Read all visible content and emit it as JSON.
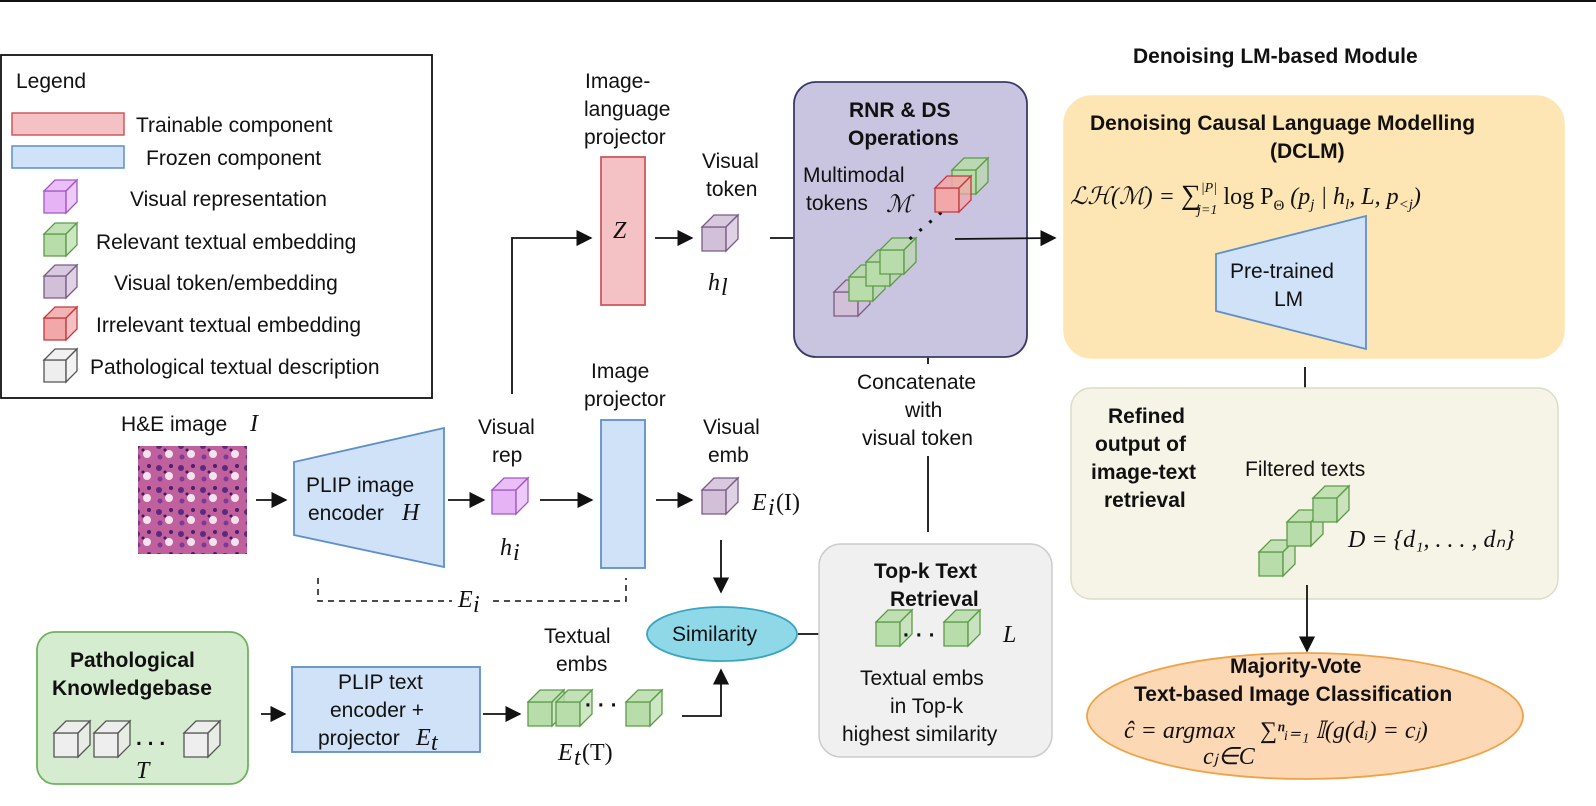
{
  "legend": {
    "title": "Legend",
    "items": [
      {
        "label": "Trainable component",
        "icon": "red-rectangle-icon",
        "color": "#f4c2c4"
      },
      {
        "label": "Frozen component",
        "icon": "blue-rectangle-icon",
        "color": "#cfe2f7"
      },
      {
        "label": "Visual representation",
        "icon": "violet-cube-icon",
        "color": "#e6b3f5"
      },
      {
        "label": "Relevant textual embedding",
        "icon": "green-cube-icon",
        "color": "#b8dcaa"
      },
      {
        "label": "Visual token/embedding",
        "icon": "purple-cube-icon",
        "color": "#d2bfd8"
      },
      {
        "label": "Irrelevant textual embedding",
        "icon": "red-cube-icon",
        "color": "#f2a7a9"
      },
      {
        "label": "Pathological textual description",
        "icon": "grey-cube-icon",
        "color": "#eeeeee"
      }
    ]
  },
  "image_input": {
    "label": "H&E image",
    "symbol": "I"
  },
  "plip_image_encoder": {
    "line1": "PLIP image",
    "line2": "encoder",
    "symbol": "H"
  },
  "visual_rep": {
    "line1": "Visual",
    "line2": "rep",
    "symbol": "h",
    "sub": "i"
  },
  "image_language_projector": {
    "line1": "Image-",
    "line2": "language",
    "line3": "projector",
    "symbol": "Z"
  },
  "visual_token": {
    "line1": "Visual",
    "line2": "token",
    "symbol": "h",
    "sub": "l"
  },
  "image_projector": {
    "line1": "Image",
    "line2": "projector"
  },
  "visual_emb": {
    "line1": "Visual",
    "line2": "emb",
    "symbol": "E",
    "sub": "i",
    "arg": "(I)"
  },
  "encoder_group": {
    "symbol": "E",
    "sub": "i"
  },
  "similarity": {
    "label": "Similarity"
  },
  "knowledgebase": {
    "line1": "Pathological",
    "line2": "Knowledgebase",
    "symbol": "T",
    "dots": ". . ."
  },
  "plip_text_encoder": {
    "line1": "PLIP text",
    "line2": "encoder +",
    "line3": "projector",
    "symbol": "E",
    "sub": "t"
  },
  "textual_embs": {
    "line1": "Textual",
    "line2": "embs",
    "symbol": "E",
    "sub": "t",
    "arg": "(T)"
  },
  "topk": {
    "title1": "Top-k Text",
    "title2": "Retrieval",
    "symbol": "L",
    "line1": "Textual embs",
    "line2": "in Top-k",
    "line3": "highest similarity"
  },
  "concat": {
    "line1": "Concatenate",
    "line2": "with",
    "line3": "visual token"
  },
  "rnr": {
    "title1": "RNR & DS",
    "title2": "Operations",
    "line1": "Multimodal",
    "line2": "tokens",
    "symbol": "ℳ"
  },
  "denoising_module": {
    "header": "Denoising LM-based Module"
  },
  "dclm": {
    "title1": "Denoising Causal Language Modelling",
    "title2": "(DCLM)",
    "formula_lhs": "ℒℋ(ℳ) = ",
    "formula_sum": "∑",
    "formula_sup": "|P|",
    "formula_sub": "j=1",
    "formula_rhs": " log P",
    "formula_theta": "Θ",
    "formula_args": " (p",
    "formula_j": "j",
    "formula_cond": " | h",
    "formula_l": "l",
    "formula_rest": ", L, p",
    "formula_ltj": "<j",
    "formula_close": ")",
    "lm_line1": "Pre-trained",
    "lm_line2": "LM"
  },
  "refined": {
    "line1": "Refined",
    "line2": "output of",
    "line3": "image-text",
    "line4": "retrieval",
    "filtered": "Filtered texts",
    "formula": "D = {d₁, . . . , dₙ}"
  },
  "majority": {
    "title1": "Majority-Vote",
    "title2": "Text-based Image Classification",
    "formula_lhs": "ĉ = argmax",
    "formula_under": "cⱼ∈C",
    "formula_rhs": " ∑ⁿᵢ₌₁ 𝕀(g(dᵢ) = cⱼ)"
  }
}
